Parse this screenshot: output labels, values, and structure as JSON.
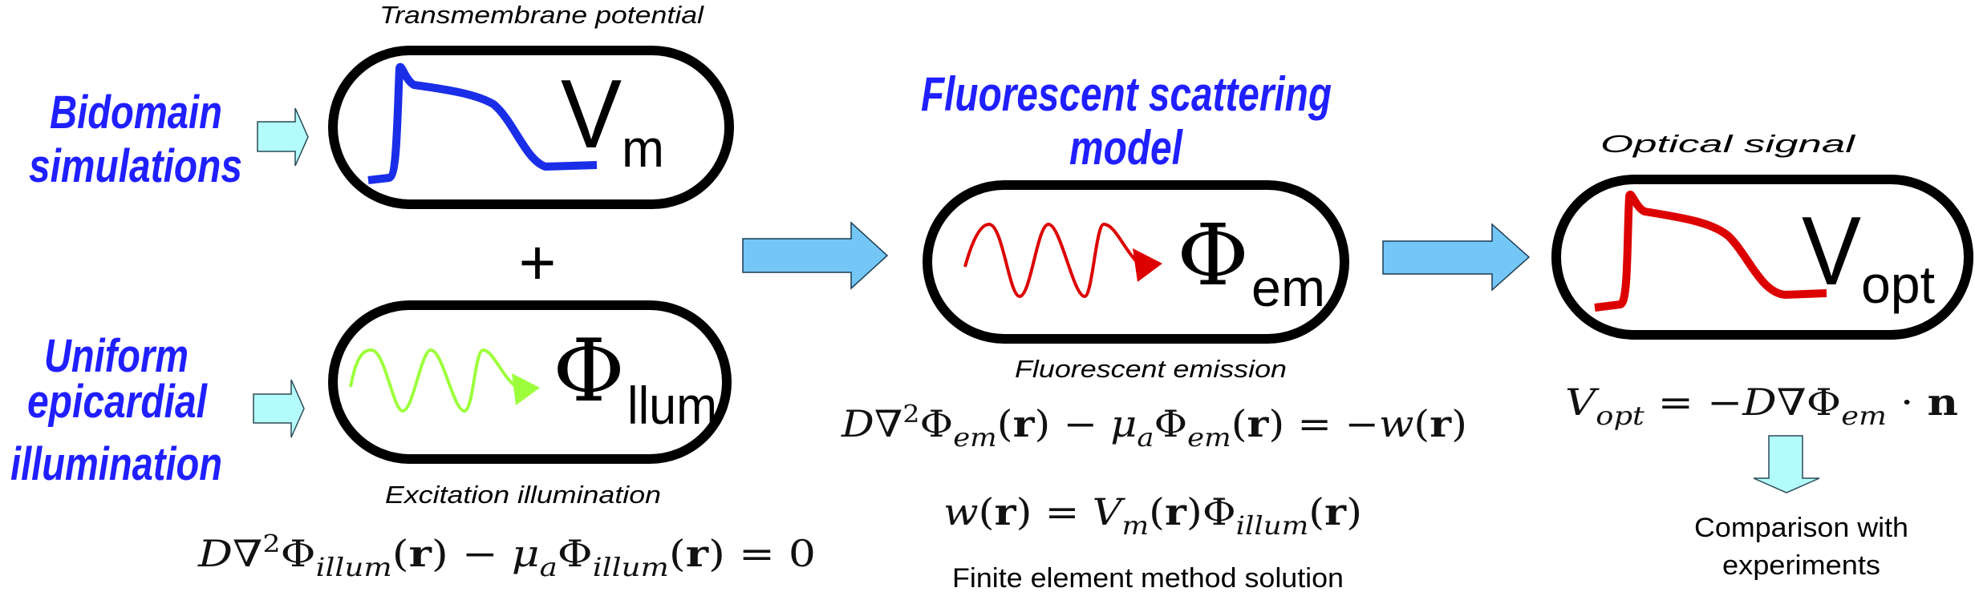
{
  "colors": {
    "blue_text": "#1f1fff",
    "vm_curve": "#1a2ee8",
    "opt_curve": "#dd0000",
    "excitation_wave": "#9dff3c",
    "emission_wave": "#dd0000",
    "big_arrow": "#74c6f6",
    "small_arrow": "#b4fcfc"
  },
  "inputs": {
    "bidomain": [
      "Bidomain",
      "simulations"
    ],
    "illumination": [
      "Uniform",
      "epicardial",
      "illumination"
    ]
  },
  "boxes": {
    "vm": {
      "caption": "Transmembrane potential",
      "symbol": "V",
      "subscript": "m"
    },
    "illum": {
      "caption": "Excitation illumination",
      "symbol": "Φ",
      "subscript": "llum"
    },
    "em": {
      "caption": "Fluorescent emission",
      "symbol": "Φ",
      "subscript": "em"
    },
    "opt": {
      "caption": "Optical signal",
      "symbol": "V",
      "subscript": "opt"
    }
  },
  "plus": "+",
  "model_title": [
    "Fluorescent scattering",
    "model"
  ],
  "fem_label": "Finite element method solution",
  "comparison": [
    "Comparison with",
    "experiments"
  ],
  "equations": {
    "illum": [
      [
        "D",
        "i"
      ],
      [
        "∇",
        "n"
      ],
      [
        "2",
        "sup"
      ],
      [
        "Φ",
        "n"
      ],
      [
        "illum",
        "sub"
      ],
      [
        "(",
        "n"
      ],
      [
        "r",
        "b"
      ],
      [
        ") − ",
        "n"
      ],
      [
        "μ",
        "i"
      ],
      [
        "a",
        "sub"
      ],
      [
        "Φ",
        "n"
      ],
      [
        "illum",
        "sub"
      ],
      [
        "(",
        "n"
      ],
      [
        "r",
        "b"
      ],
      [
        ") = 0",
        "n"
      ]
    ],
    "em": [
      [
        "D",
        "i"
      ],
      [
        "∇",
        "n"
      ],
      [
        "2",
        "sup"
      ],
      [
        "Φ",
        "n"
      ],
      [
        "em",
        "sub"
      ],
      [
        "(",
        "n"
      ],
      [
        "r",
        "b"
      ],
      [
        ") − ",
        "n"
      ],
      [
        "μ",
        "i"
      ],
      [
        "a",
        "sub"
      ],
      [
        "Φ",
        "n"
      ],
      [
        "em",
        "sub"
      ],
      [
        "(",
        "n"
      ],
      [
        "r",
        "b"
      ],
      [
        ") = −",
        "n"
      ],
      [
        "w",
        "i"
      ],
      [
        "(",
        "n"
      ],
      [
        "r",
        "b"
      ],
      [
        ")",
        "n"
      ]
    ],
    "source": [
      [
        "w",
        "i"
      ],
      [
        "(",
        "n"
      ],
      [
        "r",
        "b"
      ],
      [
        ") =   ",
        "n"
      ],
      [
        "V",
        "i"
      ],
      [
        "m",
        "sub"
      ],
      [
        "(",
        "n"
      ],
      [
        "r",
        "b"
      ],
      [
        ")",
        "n"
      ],
      [
        "Φ",
        "n"
      ],
      [
        "illum",
        "sub"
      ],
      [
        "(",
        "n"
      ],
      [
        "r",
        "b"
      ],
      [
        ")",
        "n"
      ]
    ],
    "opt": [
      [
        "V",
        "i"
      ],
      [
        "opt",
        "sub"
      ],
      [
        " = −",
        "n"
      ],
      [
        "D",
        "i"
      ],
      [
        "∇Φ",
        "n"
      ],
      [
        "em",
        "sub"
      ],
      [
        " · ",
        "n"
      ],
      [
        "n",
        "b"
      ]
    ]
  }
}
